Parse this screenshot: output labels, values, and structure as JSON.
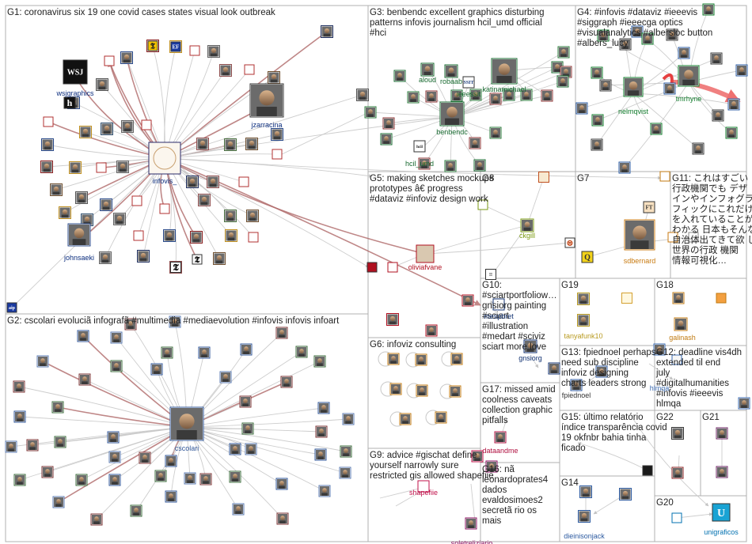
{
  "colors": {
    "edge": "#c8c8c8",
    "edge_strong": "#a33c3c",
    "box_border": "#b0b0b0",
    "g1": "#0b2d7e",
    "g2": "#2f5597",
    "g3": "#17692f",
    "g4": "#0f7a2a",
    "g5": "#b01020",
    "g6": "#c07a10",
    "g8": "#7a9a10",
    "g7": "#c87a10",
    "g9": "#c0104a",
    "g10": "#103070",
    "g14": "#2c5aa0",
    "g19": "#b89a20",
    "g18": "#c07a10",
    "g12": "#3a6ab0",
    "g17": "#b01040",
    "g16": "#8a1060",
    "g20": "#0070b0",
    "g11": "#7a7a7a"
  },
  "groups": [
    {
      "id": "G1",
      "text": "G1: coronavirus six 19 one covid cases states visual look outbreak"
    },
    {
      "id": "G2",
      "text": "G2: cscolari evoluciã infografã #multimedia #mediaevolution #infovis infovis infoart"
    },
    {
      "id": "G3",
      "text": "G3: benbendc excellent graphics disturbing patterns infovis journalism hcil_umd official #hci"
    },
    {
      "id": "G4",
      "text": "G4: #infovis #dataviz #ieeevis #siggraph #ieeecga optics #visualanalytics #albersloc button #albers_lucy"
    },
    {
      "id": "G5",
      "text": "G5: making sketches mockups prototypes â€ progress #dataviz #infoviz design work"
    },
    {
      "id": "G6",
      "text": "G6: infoviz consulting"
    },
    {
      "id": "G7",
      "text": "G7"
    },
    {
      "id": "G8",
      "text": "G8"
    },
    {
      "id": "G9",
      "text": "G9: advice #gischat define yourself narrowly sure restricted gis allowed shapefiie"
    },
    {
      "id": "G10",
      "text": "G10: #sciartportfoliow… gnsiorg painting #sciart #illustration #medart #sciviz sciart more love"
    },
    {
      "id": "G11",
      "text": "G11: これはすごい 行政機関でも デザ インやインフォグラ フィックにこれだけカ を入れていることが わかる 日本もそんな 自治体出てきて欲 しいな 世界の行政 機関 情報可視化…"
    },
    {
      "id": "G12",
      "text": "G12: deadline vis4dh extended til end july #digitalhumanities #infovis #ieeevis hlmqa"
    },
    {
      "id": "G13",
      "text": "G13: fpiednoel perhaps need sub discipline infoviz designing charts leaders strong"
    },
    {
      "id": "G14",
      "text": "G14"
    },
    {
      "id": "G15",
      "text": "G15: último relatório índice transparência covid 19 okfnbr bahia tinha ficado"
    },
    {
      "id": "G16",
      "text": "G16: nã leonardoprates4 dados evaldosimoes2 secretã rio os mais"
    },
    {
      "id": "G17",
      "text": "G17: missed amid coolness caveats collection graphic pitfalls"
    },
    {
      "id": "G18",
      "text": "G18"
    },
    {
      "id": "G19",
      "text": "G19"
    },
    {
      "id": "G20",
      "text": "G20"
    },
    {
      "id": "G21",
      "text": "G21"
    },
    {
      "id": "G22",
      "text": "G22"
    }
  ],
  "nodes": [
    {
      "id": "infovis_",
      "label": "infovis_",
      "group": "G1"
    },
    {
      "id": "wsjgraphics",
      "label": "wsjgraphics",
      "group": "G1"
    },
    {
      "id": "jzarracina",
      "label": "jzarracina",
      "group": "G1"
    },
    {
      "id": "johnsaeki",
      "label": "johnsaeki",
      "group": "G1"
    },
    {
      "id": "cscolari",
      "label": "cscolari",
      "group": "G2"
    },
    {
      "id": "benbendc",
      "label": "benbendc",
      "group": "G3"
    },
    {
      "id": "katinamichael",
      "label": "katinamichael",
      "group": "G3"
    },
    {
      "id": "aloud",
      "label": "aloud",
      "group": "G3"
    },
    {
      "id": "robaab",
      "label": "robaab",
      "group": "G3"
    },
    {
      "id": "ieeessit",
      "label": "ieeessit",
      "group": "G3"
    },
    {
      "id": "hcil_umd",
      "label": "hcil_umd",
      "group": "G3"
    },
    {
      "id": "nelmqvist",
      "label": "nelmqvist",
      "group": "G4"
    },
    {
      "id": "tmrhyne",
      "label": "tmrhyne",
      "group": "G4"
    },
    {
      "id": "oliviafvane",
      "label": "oliviafvane",
      "group": "G5"
    },
    {
      "id": "ckgill",
      "label": "ckgill",
      "group": "G8"
    },
    {
      "id": "sdbernard",
      "label": "sdbernard",
      "group": "G7"
    },
    {
      "id": "mespbret",
      "label": "mespbret",
      "group": "G10"
    },
    {
      "id": "gnsiorg",
      "label": "gnsiorg",
      "group": "G10"
    },
    {
      "id": "tanyafunk10",
      "label": "tanyafunk10",
      "group": "G19"
    },
    {
      "id": "galinash",
      "label": "galinash",
      "group": "G18"
    },
    {
      "id": "hlmqa",
      "label": "hlmqa",
      "group": "G12"
    },
    {
      "id": "fpiednoel",
      "label": "fpiednoel",
      "group": "G13"
    },
    {
      "id": "dataandme",
      "label": "dataandme",
      "group": "G17"
    },
    {
      "id": "shapefiie",
      "label": "shapefiie",
      "group": "G9"
    },
    {
      "id": "soletreliziario",
      "label": "soletreliziario",
      "group": "G16"
    },
    {
      "id": "dieinisonjack",
      "label": "dieinisonjack",
      "group": "G14"
    },
    {
      "id": "unigraficos",
      "label": "unigraficos",
      "group": "G20"
    }
  ],
  "icons": {
    "wsj_logo": "WSJ",
    "h_logo": "h",
    "nyt_logo": "𝕿",
    "ft_logo": "FT",
    "ef_logo": "EF",
    "sit_logo": "SSIT",
    "hcil_logo": "hcil",
    "aip_logo": "aip",
    "univision_logo": "U"
  }
}
